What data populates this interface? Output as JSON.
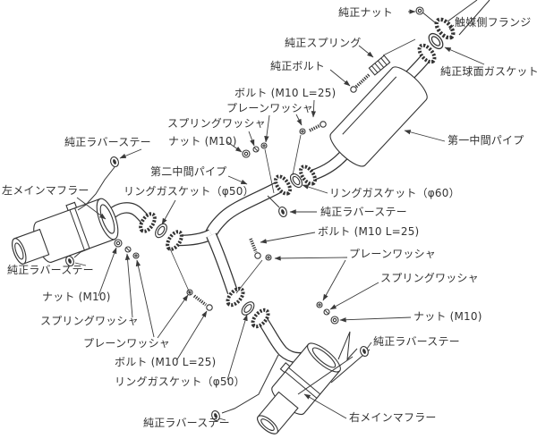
{
  "diagram": {
    "kind": "exhaust-system-exploded-parts-diagram",
    "colors": {
      "line": "#333333",
      "background": "#ffffff"
    }
  },
  "labels": [
    {
      "name": "junsei-nut",
      "text": "純正ナット"
    },
    {
      "name": "catalyst-side-flange",
      "text": "触媒側フランジ"
    },
    {
      "name": "junsei-spring",
      "text": "純正スプリング"
    },
    {
      "name": "junsei-bolt",
      "text": "純正ボルト"
    },
    {
      "name": "junsei-spherical-gasket",
      "text": "純正球面ガスケット"
    },
    {
      "name": "bolt-m10-top",
      "text": "ボルト (M10 L=25)"
    },
    {
      "name": "plain-washer-top",
      "text": "プレーンワッシャ"
    },
    {
      "name": "spring-washer-top",
      "text": "スプリングワッシャ"
    },
    {
      "name": "nut-m10-top",
      "text": "ナット (M10)"
    },
    {
      "name": "junsei-rubber-stay-1",
      "text": "純正ラバーステー"
    },
    {
      "name": "second-intermediate-pipe",
      "text": "第二中間パイプ"
    },
    {
      "name": "ring-gasket-50-left",
      "text": "リングガスケット（φ50）"
    },
    {
      "name": "left-main-muffler",
      "text": "左メインマフラー"
    },
    {
      "name": "first-intermediate-pipe",
      "text": "第一中間パイプ"
    },
    {
      "name": "ring-gasket-60",
      "text": "リングガスケット（φ60）"
    },
    {
      "name": "junsei-rubber-stay-2",
      "text": "純正ラバーステー"
    },
    {
      "name": "bolt-m10-right",
      "text": "ボルト (M10 L=25)"
    },
    {
      "name": "plain-washer-right",
      "text": "プレーンワッシャ"
    },
    {
      "name": "spring-washer-right",
      "text": "スプリングワッシャ"
    },
    {
      "name": "nut-m10-right",
      "text": "ナット (M10)"
    },
    {
      "name": "junsei-rubber-stay-3",
      "text": "純正ラバーステー"
    },
    {
      "name": "junsei-rubber-stay-4",
      "text": "純正ラバーステー"
    },
    {
      "name": "nut-m10-left",
      "text": "ナット (M10)"
    },
    {
      "name": "spring-washer-left",
      "text": "スプリングワッシャ"
    },
    {
      "name": "plain-washer-left",
      "text": "プレーンワッシャ"
    },
    {
      "name": "bolt-m10-left",
      "text": "ボルト (M10 L=25)"
    },
    {
      "name": "ring-gasket-50-right",
      "text": "リングガスケット（φ50）"
    },
    {
      "name": "junsei-rubber-stay-5",
      "text": "純正ラバーステー"
    },
    {
      "name": "right-main-muffler",
      "text": "右メインマフラー"
    }
  ]
}
